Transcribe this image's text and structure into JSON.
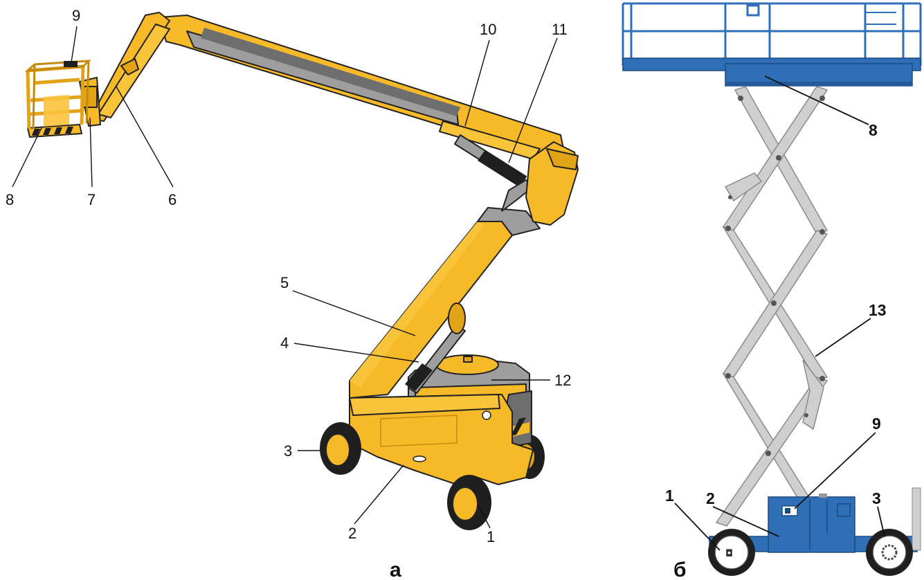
{
  "figure_a": {
    "caption": "а",
    "labels": [
      "1",
      "2",
      "3",
      "4",
      "5",
      "6",
      "7",
      "8",
      "9",
      "10",
      "11",
      "12"
    ]
  },
  "figure_b": {
    "caption": "б",
    "labels": [
      "1",
      "2",
      "3",
      "8",
      "9",
      "13"
    ]
  },
  "colors": {
    "boom_lift_body": "#f6b928",
    "scissor_lift_body": "#2f6fb7",
    "scissor_arms": "#cfcfcf",
    "tires": "#1f1f1f"
  }
}
